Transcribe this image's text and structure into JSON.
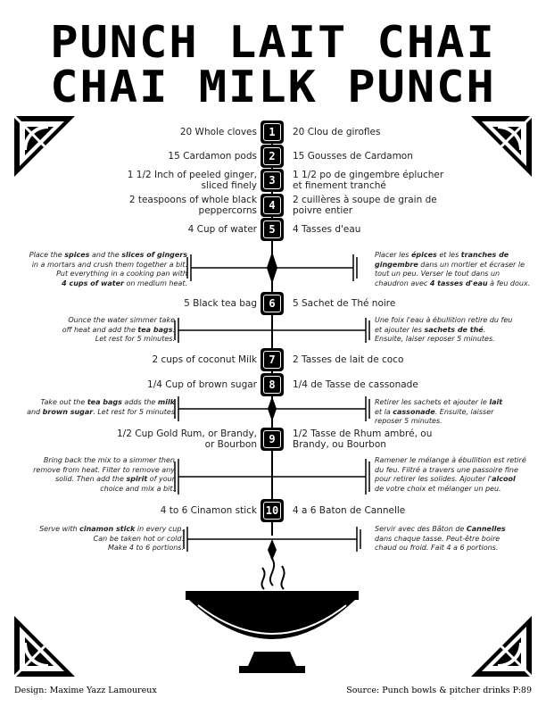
{
  "title_fr": "PUNCH LAIT CHAI",
  "title_en": "CHAI MILK PUNCH",
  "steps": [
    {
      "num": "1",
      "en": "20 Whole cloves",
      "fr": "20 Clou de girofles"
    },
    {
      "num": "2",
      "en": "15 Cardamon pods",
      "fr": "15 Gousses de Cardamon"
    },
    {
      "num": "3",
      "en": "1 1/2 Inch of peeled ginger, sliced finely",
      "fr": "1 1/2 po de gingembre éplucher et finement tranché"
    },
    {
      "num": "4",
      "en": "2 teaspoons of whole black peppercorns",
      "fr": "2 cuillères à soupe de grain de poivre entier"
    },
    {
      "num": "5",
      "en": "4 Cup of water",
      "fr": "4 Tasses d'eau"
    },
    {
      "num": "6",
      "en": "5 Black tea bag",
      "fr": "5 Sachet de Thé noire"
    },
    {
      "num": "7",
      "en": "2 cups of coconut Milk",
      "fr": "2 Tasses de lait de coco"
    },
    {
      "num": "8",
      "en": "1/4 Cup of brown sugar",
      "fr": "1/4 de Tasse de cassonade"
    },
    {
      "num": "9",
      "en": "1/2 Cup Gold Rum, or Brandy, or Bourbon",
      "fr": "1/2 Tasse de Rhum ambré, ou Brandy, ou Bourbon"
    },
    {
      "num": "10",
      "en": "4 to 6 Cinamon stick",
      "fr": "4 a 6 Baton de Cannelle"
    }
  ],
  "instructions": [
    {
      "en": [
        [
          {
            "t": "Place the "
          },
          {
            "t": "spices",
            "b": true
          },
          {
            "t": " and the "
          },
          {
            "t": "slices of gingers",
            "b": true
          }
        ],
        [
          {
            "t": "in a mortars and crush them together a bit."
          }
        ],
        [
          {
            "t": "Put everything in a cooking pan with"
          }
        ],
        [
          {
            "t": "4 cups of water",
            "b": true
          },
          {
            "t": " on medium heat."
          }
        ]
      ],
      "fr": [
        [
          {
            "t": "Placer les "
          },
          {
            "t": "épices",
            "b": true
          },
          {
            "t": " et les "
          },
          {
            "t": "tranches de",
            "b": true
          }
        ],
        [
          {
            "t": "gingembre",
            "b": true
          },
          {
            "t": " dans un mortier et écraser le"
          }
        ],
        [
          {
            "t": "tout un peu. Verser le tout dans un"
          }
        ],
        [
          {
            "t": "chaudron avec "
          },
          {
            "t": "4 tasses d'eau",
            "b": true
          },
          {
            "t": " à feu doux."
          }
        ]
      ]
    },
    {
      "en": [
        [
          {
            "t": "Ounce the water simmer take"
          }
        ],
        [
          {
            "t": "off heat and add the "
          },
          {
            "t": "tea bags",
            "b": true
          },
          {
            "t": "."
          }
        ],
        [
          {
            "t": "Let rest for 5 minutes."
          }
        ]
      ],
      "fr": [
        [
          {
            "t": "Une foix l'eau à ébullition retire du feu"
          }
        ],
        [
          {
            "t": "et ajouter les "
          },
          {
            "t": "sachets de thé",
            "b": true
          },
          {
            "t": "."
          }
        ],
        [
          {
            "t": "Ensuite, laiser reposer 5 minutes."
          }
        ]
      ]
    },
    {
      "en": [
        [
          {
            "t": "Take out the "
          },
          {
            "t": "tea bags",
            "b": true
          },
          {
            "t": " adds the "
          },
          {
            "t": "milk",
            "b": true
          }
        ],
        [
          {
            "t": "and "
          },
          {
            "t": "brown sugar",
            "b": true
          },
          {
            "t": ". Let rest for 5 minutes"
          }
        ]
      ],
      "fr": [
        [
          {
            "t": "Retirer les sachets et ajouter le "
          },
          {
            "t": "lait",
            "b": true
          }
        ],
        [
          {
            "t": "et la "
          },
          {
            "t": "cassonade",
            "b": true
          },
          {
            "t": ". Ensuite, laisser"
          }
        ],
        [
          {
            "t": "reposer 5 minutes."
          }
        ]
      ]
    },
    {
      "en": [
        [
          {
            "t": "Bring back the mix to a simmer then"
          }
        ],
        [
          {
            "t": "remove from heat. Filter to remove any"
          }
        ],
        [
          {
            "t": "solid. Then add the "
          },
          {
            "t": "spirit",
            "b": true
          },
          {
            "t": " of your"
          }
        ],
        [
          {
            "t": "choice and mix a bit."
          }
        ]
      ],
      "fr": [
        [
          {
            "t": "Ramener le mélange à ébullition est retiré"
          }
        ],
        [
          {
            "t": "du feu. Filtré a travers une passoire fine"
          }
        ],
        [
          {
            "t": "pour retirer les solides. Ajouter l'"
          },
          {
            "t": "alcool",
            "b": true
          }
        ],
        [
          {
            "t": "de votre choix et mélanger un peu."
          }
        ]
      ]
    },
    {
      "en": [
        [
          {
            "t": "Serve with "
          },
          {
            "t": "cinamon stick",
            "b": true
          },
          {
            "t": " in every cup."
          }
        ],
        [
          {
            "t": "Can be taken hot or cold."
          }
        ],
        [
          {
            "t": "Make 4 to 6 portions."
          }
        ]
      ],
      "fr": [
        [
          {
            "t": "Servir avec des Bâton de "
          },
          {
            "t": "Cannelles",
            "b": true
          }
        ],
        [
          {
            "t": "dans chaque tasse. Peut-être boire"
          }
        ],
        [
          {
            "t": "chaud ou froid. Fait 4 a 6 portions."
          }
        ]
      ]
    }
  ],
  "footer": {
    "design": "Design: Maxime Yazz Lamoureux",
    "source": "Source: Punch bowls & pitcher drinks P:89"
  }
}
